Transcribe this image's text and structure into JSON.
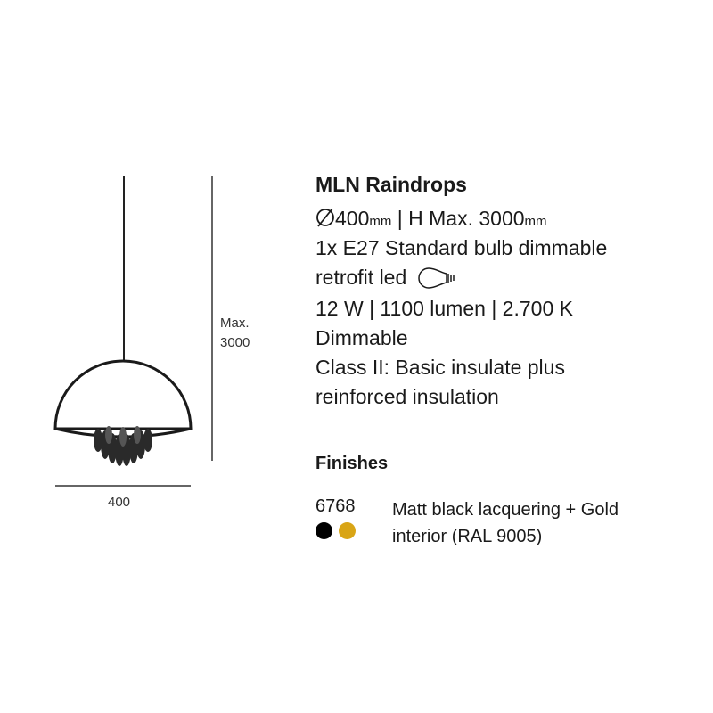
{
  "product": {
    "name": "MLN Raindrops",
    "dimensions": {
      "diameter": "400",
      "unit": "mm",
      "height_text": " | H Max. 3000"
    },
    "lines": [
      "1x E27 Standard bulb dimmable",
      "retrofit led",
      "12 W | 1100 lumen | 2.700 K",
      "Dimmable",
      "Class II: Basic insulate plus",
      "reinforced insulation"
    ],
    "icons": [
      "diameter-icon",
      "bulb-icon"
    ]
  },
  "drawing": {
    "height_label_1": "Max.",
    "height_label_2": "3000",
    "width_label": "400"
  },
  "finishes": {
    "heading": "Finishes",
    "code": "6768",
    "description_1": "Matt black lacquering + Gold",
    "description_2": "interior (RAL 9005)",
    "swatches": [
      {
        "name": "black",
        "color": "#000000"
      },
      {
        "name": "gold",
        "color": "#d9a516"
      }
    ]
  }
}
